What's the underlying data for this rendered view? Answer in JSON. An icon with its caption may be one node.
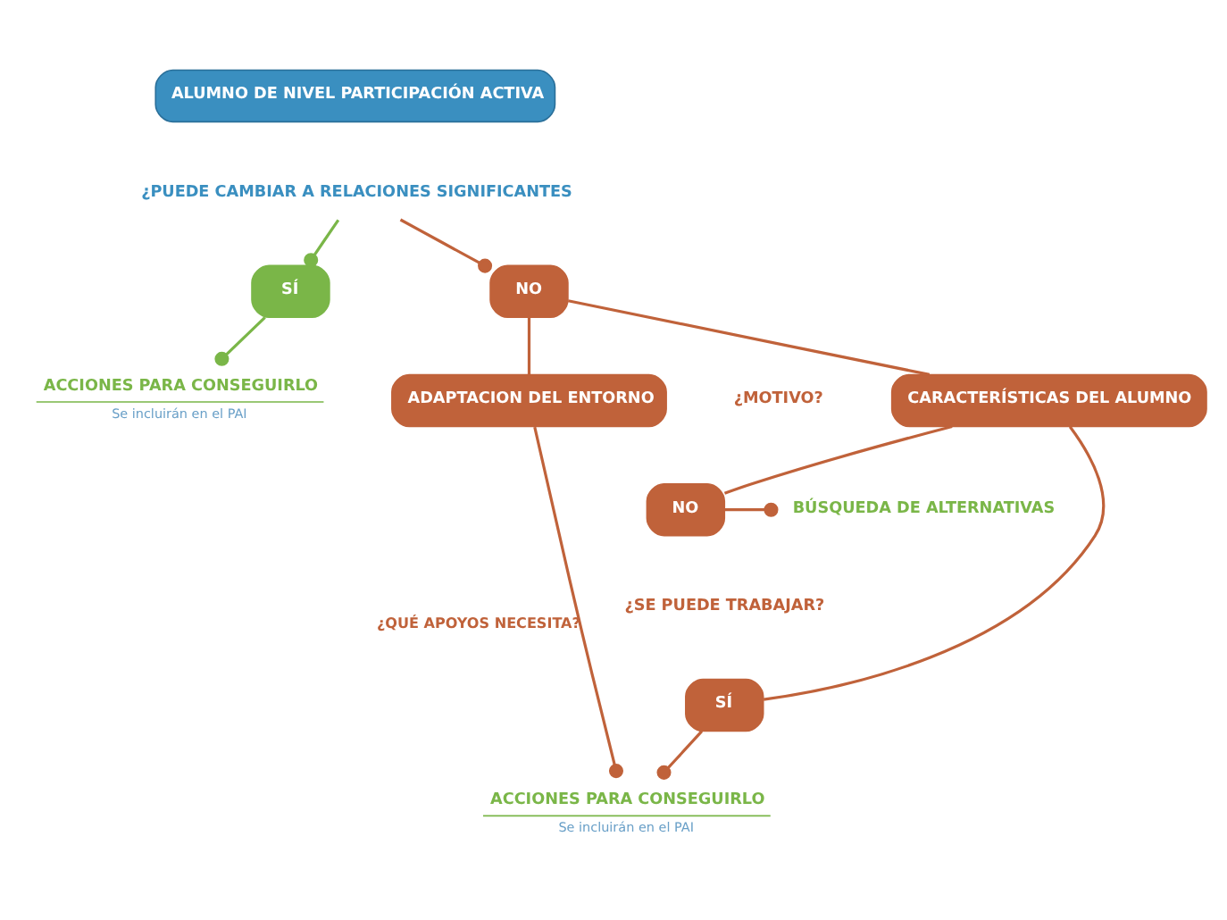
{
  "diagram": {
    "nodes": [
      {
        "text": [
          "ALUMNO DE NIVEL PARTICIPACIÓN ACTIVA"
        ]
      },
      {
        "text": [
          "¿PUEDE CAMBIAR A RELACIONES SIGNIFICANTES"
        ]
      },
      {
        "text": [
          "SÍ"
        ]
      },
      {
        "text": [
          "NO"
        ]
      },
      {
        "text": [
          "ACCIONES PARA CONSEGUIRLO",
          "Se incluirán en el PAI"
        ]
      },
      {
        "text": [
          "ADAPTACION DEL ENTORNO"
        ]
      },
      {
        "text": [
          "CARACTERÍSTICAS DEL ALUMNO"
        ]
      },
      {
        "text": [
          "BÚSQUEDA DE ALTERNATIVAS"
        ]
      },
      {
        "text": [
          "NO"
        ]
      },
      {
        "text": [
          "ACCIONES PARA CONSEGUIRLO",
          "Se incluirán en el PAI"
        ]
      },
      {
        "text": [
          "SÍ"
        ]
      }
    ],
    "edges": [
      {
        "from": 1,
        "to": 2,
        "arrow": "other",
        "color": "#7ab648"
      },
      {
        "from": 2,
        "to": 4,
        "arrow": "other",
        "color": "#7ab648"
      },
      {
        "from": 1,
        "to": 3,
        "arrow": "other"
      },
      {
        "from": 3,
        "to": 5,
        "arrow": "none"
      },
      {
        "from": 3,
        "to": 6,
        "arrow": "none"
      },
      {
        "from": 5,
        "to": 9,
        "arrow": "other",
        "label": "¿QUÉ APOYOS NECESITA?"
      },
      {
        "from": 6,
        "to": 8,
        "arrow": "none"
      },
      {
        "from": 8,
        "to": 7,
        "arrow": "other"
      },
      {
        "from": 6,
        "to": 10,
        "arrow": "none"
      },
      {
        "from": 10,
        "to": 9,
        "arrow": "other"
      }
    ],
    "labels": [
      "¿MOTIVO?",
      "¿SE PUEDE TRABAJAR?"
    ]
  }
}
